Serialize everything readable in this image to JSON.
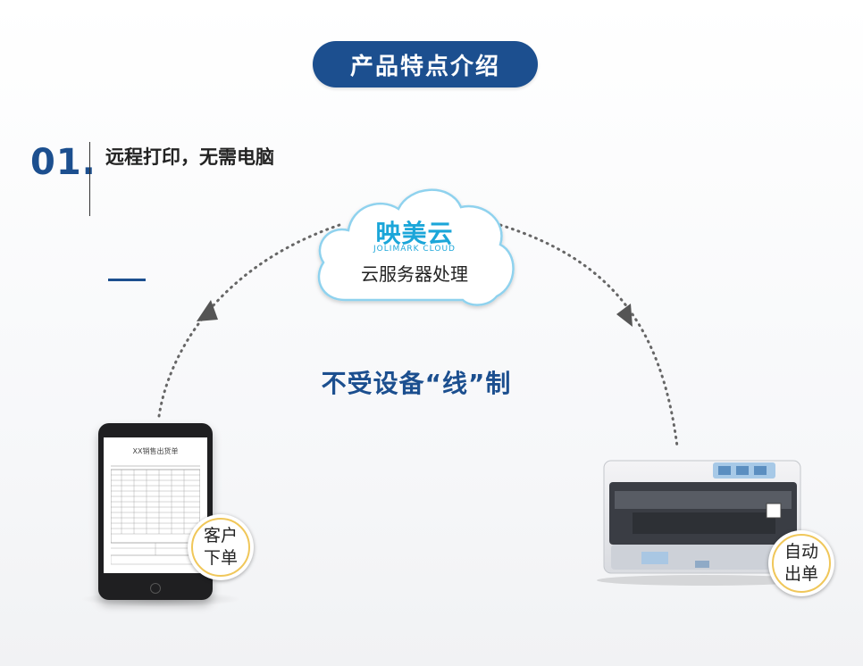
{
  "header": {
    "title": "产品特点介绍"
  },
  "feature": {
    "number": "01.",
    "text": "远程打印，无需电脑"
  },
  "cloud": {
    "brand": "映美云",
    "brand_en": "JOLIMARK CLOUD",
    "caption": "云服务器处理"
  },
  "slogan": "不受设备“线”制",
  "tablet": {
    "doc_title": "XX销售出货单"
  },
  "badges": {
    "order": [
      "客户",
      "下单"
    ],
    "print": [
      "自动",
      "出单"
    ]
  },
  "colors": {
    "brand_blue": "#1c4f8f",
    "cloud_blue": "#1ba6d9",
    "badge_ring": "#f0c75a"
  }
}
